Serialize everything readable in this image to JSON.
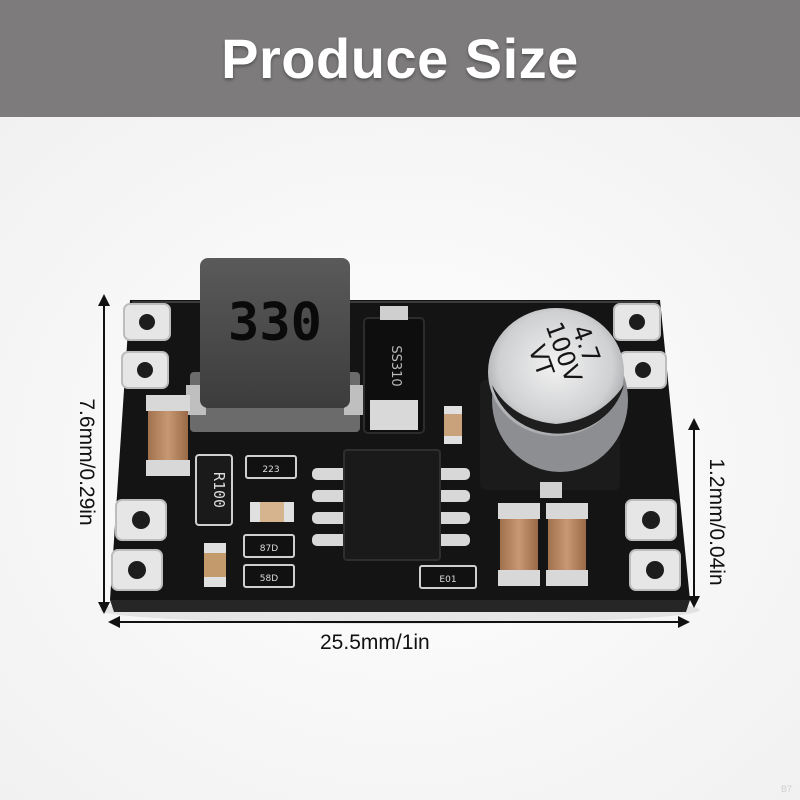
{
  "banner": {
    "title": "Produce Size",
    "background": "#7d7b7b"
  },
  "board": {
    "inductor_marking": "330",
    "diode_marking": "SS310",
    "capacitor_markings": [
      "4.7",
      "100V",
      "VT"
    ],
    "resistor_marking": "R100",
    "smd_markings": [
      "223",
      "87D",
      "58D",
      "E01"
    ]
  },
  "dimensions": {
    "width": "25.5mm/1in",
    "height": "7.6mm/0.29in",
    "thickness": "1.2mm/0.04in"
  },
  "watermark": "B7"
}
